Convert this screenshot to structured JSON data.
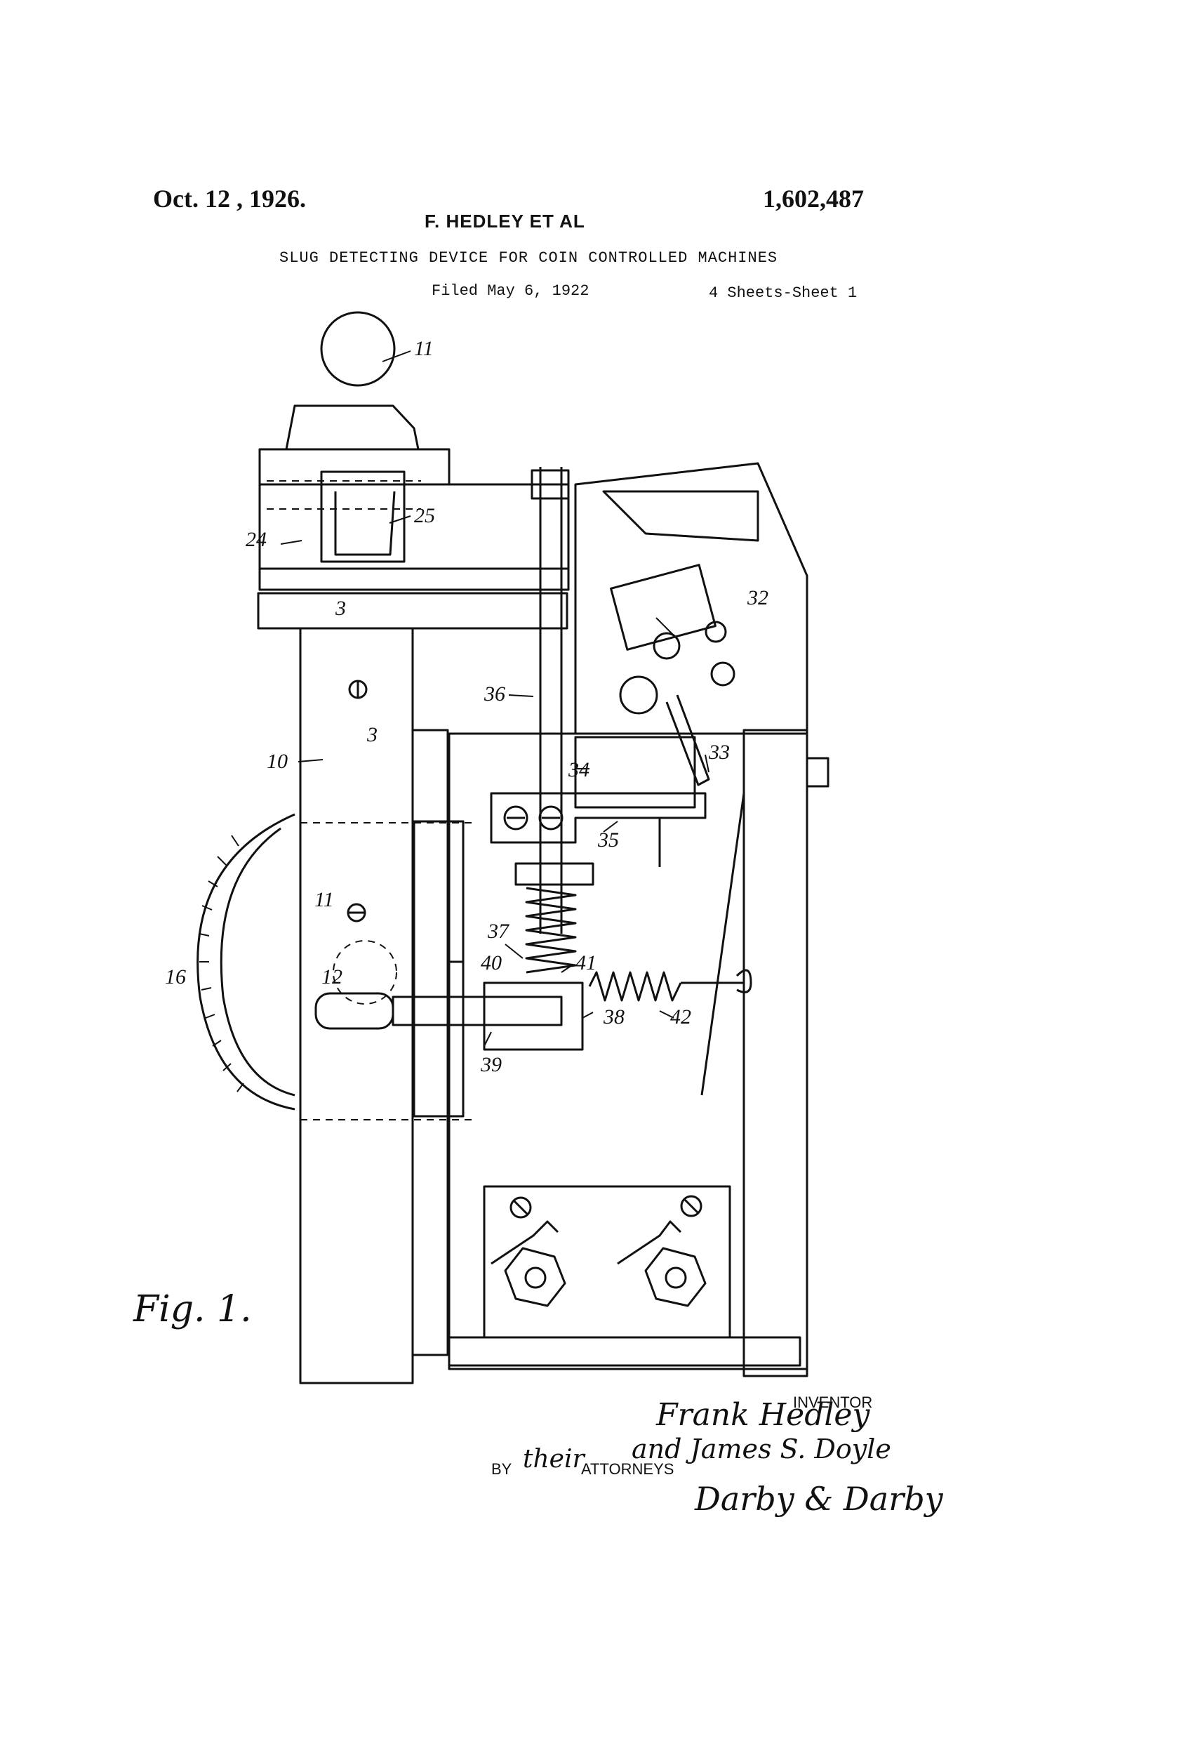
{
  "header": {
    "date": "Oct. 12 , 1926.",
    "patent_number": "1,602,487",
    "inventors": "F. HEDLEY ET AL",
    "title": "SLUG DETECTING DEVICE FOR COIN CONTROLLED MACHINES",
    "filed": "Filed May 6, 1922",
    "sheets": "4 Sheets-Sheet 1"
  },
  "labels": {
    "l11a": "11",
    "l24": "24",
    "l25": "25",
    "l3a": "3",
    "l3b": "3",
    "l10": "10",
    "l36": "36",
    "l32": "32",
    "l33": "33",
    "l34": "34",
    "l35": "35",
    "l37": "37",
    "l40": "40",
    "l41": "41",
    "l11b": "11",
    "l12": "12",
    "l16": "16",
    "l38": "38",
    "l42": "42",
    "l39": "39"
  },
  "figure_label": "Fig. 1.",
  "signature": {
    "inventor_caption": "INVENTOR",
    "name1": "Frank Hedley",
    "name2": "and James S. Doyle",
    "by": "BY",
    "their": "their",
    "attorneys_caption": "ATTORNEYS",
    "attorneys_sig": "Darby & Darby"
  },
  "colors": {
    "ink": "#111111",
    "paper": "#ffffff"
  }
}
